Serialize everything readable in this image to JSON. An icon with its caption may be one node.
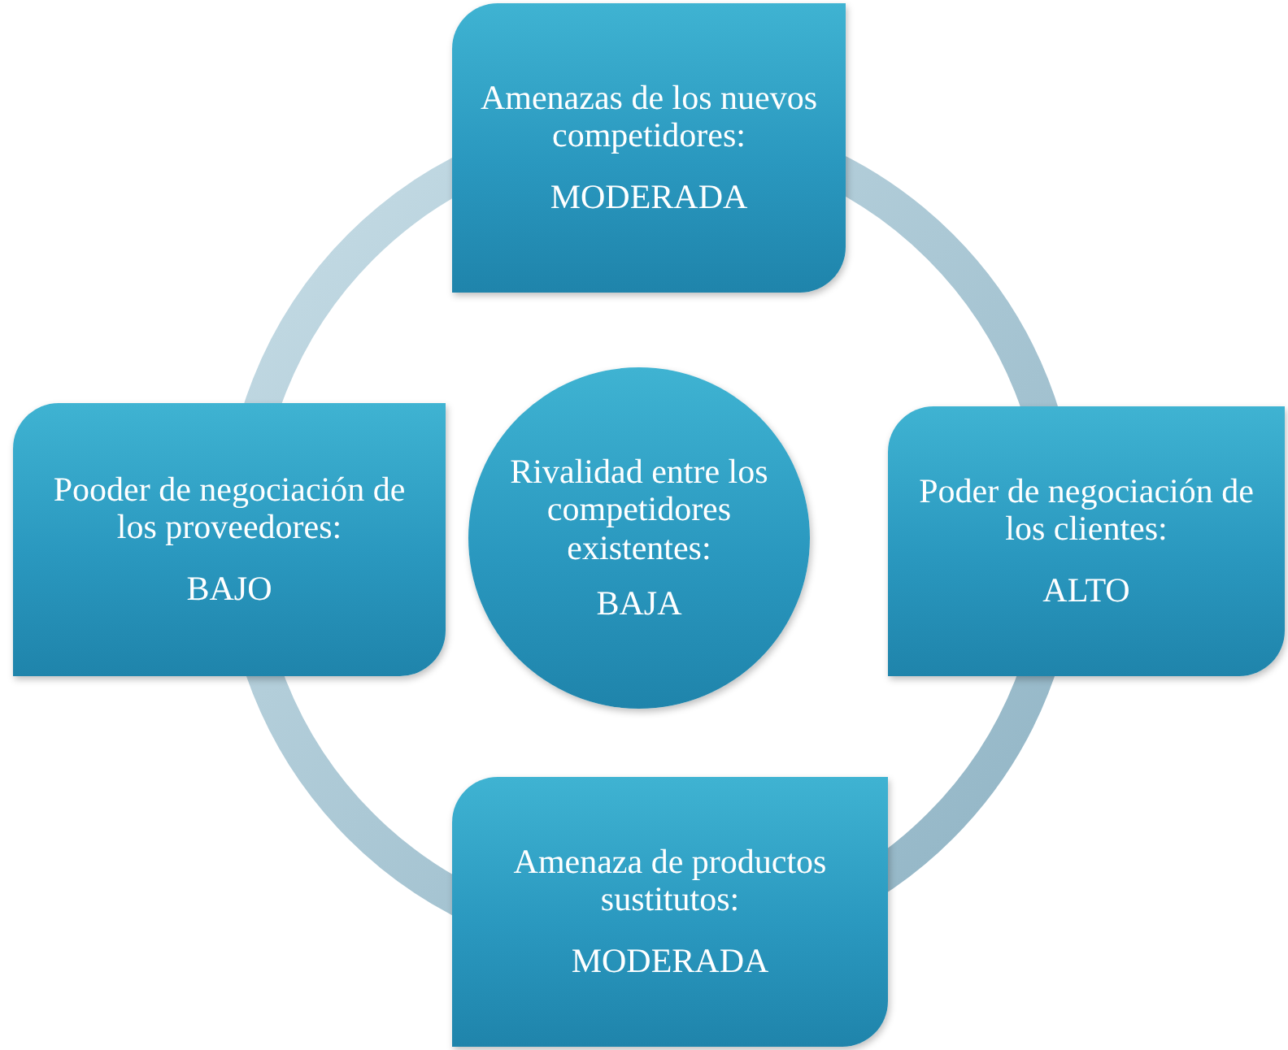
{
  "diagram": {
    "nodes": [
      {
        "text": [
          "Amenazas de los nuevos competidores:",
          "MODERADA"
        ]
      },
      {
        "text": [
          "Pooder de negociación de los proveedores:",
          "BAJO"
        ]
      },
      {
        "text": [
          "Rivalidad entre los competidores existentes:",
          "BAJA"
        ]
      },
      {
        "text": [
          "Poder de negociación de los clientes:",
          "ALTO"
        ]
      },
      {
        "text": [
          "Amenaza de productos sustitutos:",
          "MODERADA"
        ]
      }
    ]
  }
}
